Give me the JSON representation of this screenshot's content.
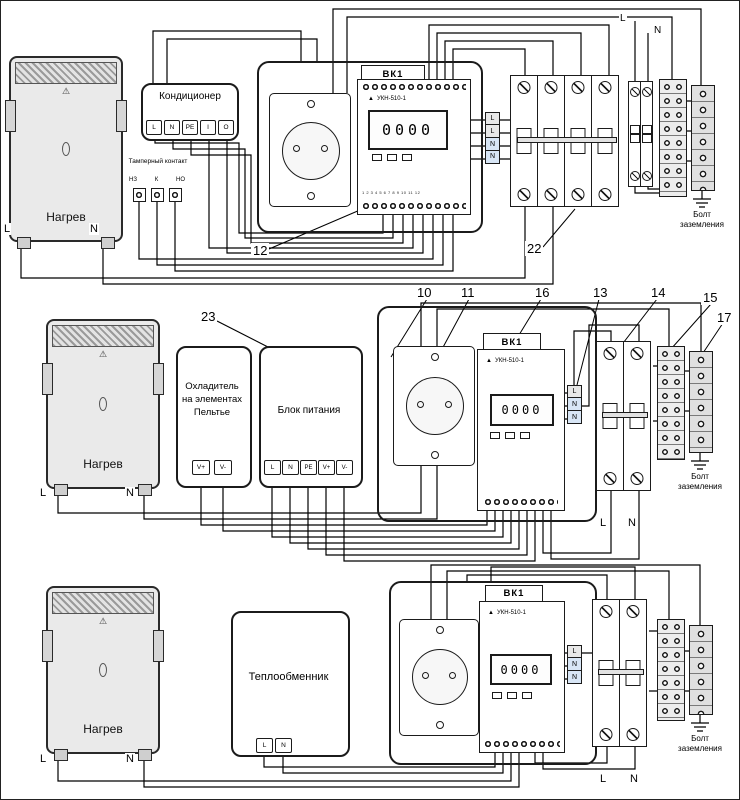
{
  "icons": {
    "brand_logo_glyph": "▲",
    "warning_glyph": "⚠"
  },
  "sections": [
    {
      "heater": {
        "label": "Нагрев",
        "term_l": "L",
        "term_n": "N"
      },
      "conditioner": {
        "title": "Кондиционер",
        "terminals": [
          "L",
          "N",
          "PE",
          "I",
          "O"
        ]
      },
      "tamper": {
        "title": "Тамперный контакт",
        "terminals": [
          "НЗ",
          "К",
          "НО"
        ]
      },
      "controller": {
        "tag": "ВК1",
        "model": "УКН-510-1",
        "display": "0000",
        "pin_numbers": "1 2 3 4 5 6 7 8 9 10 11 12"
      },
      "feed": {
        "l": "L",
        "n": "N"
      },
      "miniblock": [
        "L",
        "L",
        "N",
        "N"
      ],
      "callouts": {
        "c12": "12",
        "c22": "22"
      },
      "ground": {
        "line1": "Болт",
        "line2": "заземления"
      }
    },
    {
      "heater": {
        "label": "Нагрев",
        "term_l": "L",
        "term_n": "N"
      },
      "cooler": {
        "title": "Охладитель на элементах Пельтье",
        "terminals": [
          "V+",
          "V-"
        ]
      },
      "psu": {
        "title": "Блок питания",
        "terminals": [
          "L",
          "N",
          "PE",
          "V+",
          "V-"
        ]
      },
      "controller": {
        "tag": "ВК1",
        "model": "УКН-510-1",
        "display": "0000"
      },
      "miniblock": [
        "L",
        "N",
        "N"
      ],
      "supply": {
        "l": "L",
        "n": "N"
      },
      "callouts": {
        "c23": "23",
        "c10": "10",
        "c11": "11",
        "c16": "16",
        "c13": "13",
        "c14": "14",
        "c15": "15",
        "c17": "17"
      },
      "ground": {
        "line1": "Болт",
        "line2": "заземления"
      }
    },
    {
      "heater": {
        "label": "Нагрев",
        "term_l": "L",
        "term_n": "N"
      },
      "exchanger": {
        "title": "Теплообменник",
        "terminals": [
          "L",
          "N"
        ]
      },
      "controller": {
        "tag": "ВК1",
        "model": "УКН-510-1",
        "display": "0000"
      },
      "miniblock": [
        "L",
        "N",
        "N"
      ],
      "supply": {
        "l": "L",
        "n": "N"
      },
      "ground": {
        "line1": "Болт",
        "line2": "заземления"
      }
    }
  ]
}
